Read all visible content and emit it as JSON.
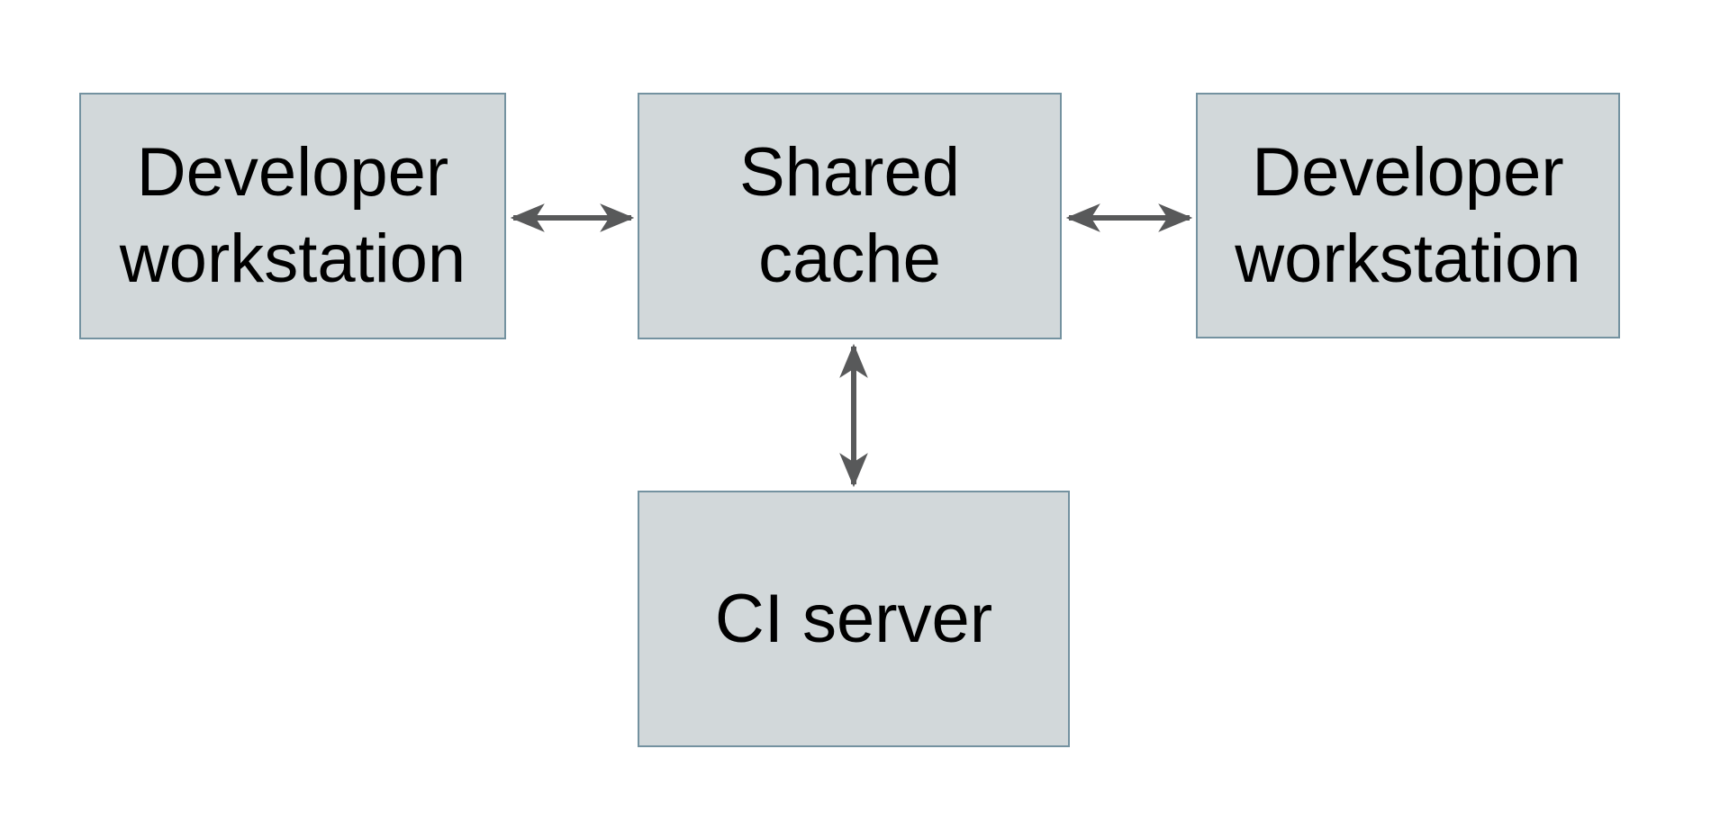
{
  "diagram": {
    "title": "Shared cache architecture diagram",
    "background_color": "#ffffff",
    "node_fill_color": "#d2d8da",
    "node_border_color": "#7492a0",
    "arrow_color": "#58595a",
    "text_color": "#000000",
    "nodes": [
      {
        "id": "developer-workstation-left",
        "label": "Developer workstation",
        "line1": "Developer",
        "line2": "workstation"
      },
      {
        "id": "shared-cache",
        "label": "Shared cache",
        "line1": "Shared",
        "line2": "cache"
      },
      {
        "id": "developer-workstation-right",
        "label": "Developer workstation",
        "line1": "Developer",
        "line2": "workstation"
      },
      {
        "id": "ci-server",
        "label": "CI server",
        "line1": "CI server",
        "line2": ""
      }
    ],
    "edges": [
      {
        "from": "developer-workstation-left",
        "to": "shared-cache",
        "direction": "bidirectional"
      },
      {
        "from": "shared-cache",
        "to": "developer-workstation-right",
        "direction": "bidirectional"
      },
      {
        "from": "shared-cache",
        "to": "ci-server",
        "direction": "bidirectional"
      }
    ]
  }
}
